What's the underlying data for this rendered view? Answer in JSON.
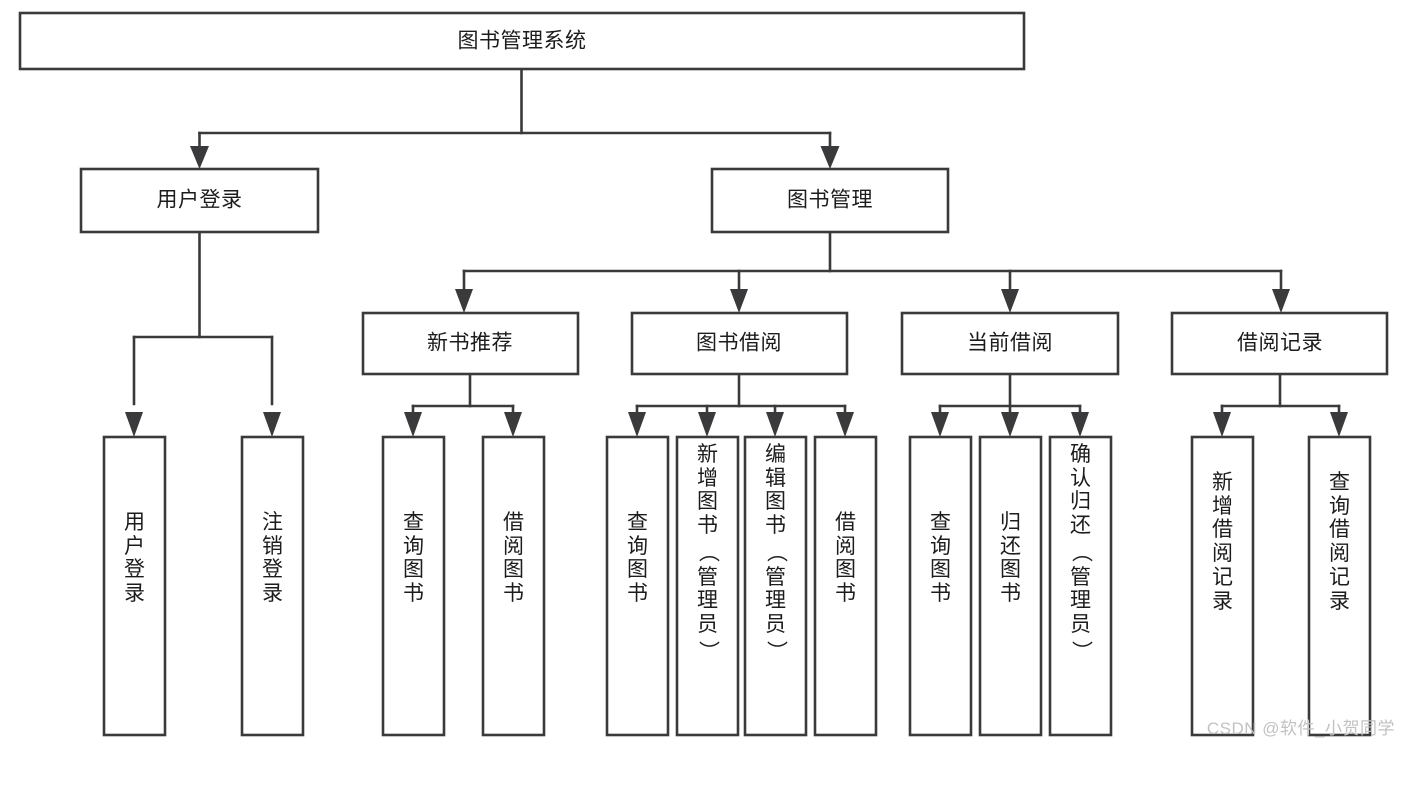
{
  "diagram": {
    "type": "tree-hierarchy",
    "title": "图书管理系统",
    "orientation": "top-down",
    "colors": {
      "box_stroke": "#3a3a3c",
      "box_fill": "#ffffff",
      "line": "#3a3a3c",
      "text": "#1c1c1e",
      "background": "#ffffff",
      "watermark": "#c2c2c4"
    },
    "root": {
      "label": "图书管理系统"
    },
    "level2": [
      {
        "label": "用户登录"
      },
      {
        "label": "图书管理"
      }
    ],
    "level3": [
      {
        "label": "新书推荐"
      },
      {
        "label": "图书借阅"
      },
      {
        "label": "当前借阅"
      },
      {
        "label": "借阅记录"
      }
    ],
    "leaves": {
      "user_login": [
        {
          "label": "用户登录"
        },
        {
          "label": "注销登录"
        }
      ],
      "new_book_recommend": [
        {
          "label": "查询图书"
        },
        {
          "label": "借阅图书"
        }
      ],
      "book_borrow": [
        {
          "label": "查询图书"
        },
        {
          "label": "新增图书（管理员）"
        },
        {
          "label": "编辑图书（管理员）"
        },
        {
          "label": "借阅图书"
        }
      ],
      "current_borrow": [
        {
          "label": "查询图书"
        },
        {
          "label": "归还图书"
        },
        {
          "label": "确认归还（管理员）"
        }
      ],
      "borrow_record": [
        {
          "label": "新增借阅记录"
        },
        {
          "label": "查询借阅记录"
        }
      ]
    }
  },
  "watermark": {
    "text": "CSDN @软件_小贺同学"
  }
}
